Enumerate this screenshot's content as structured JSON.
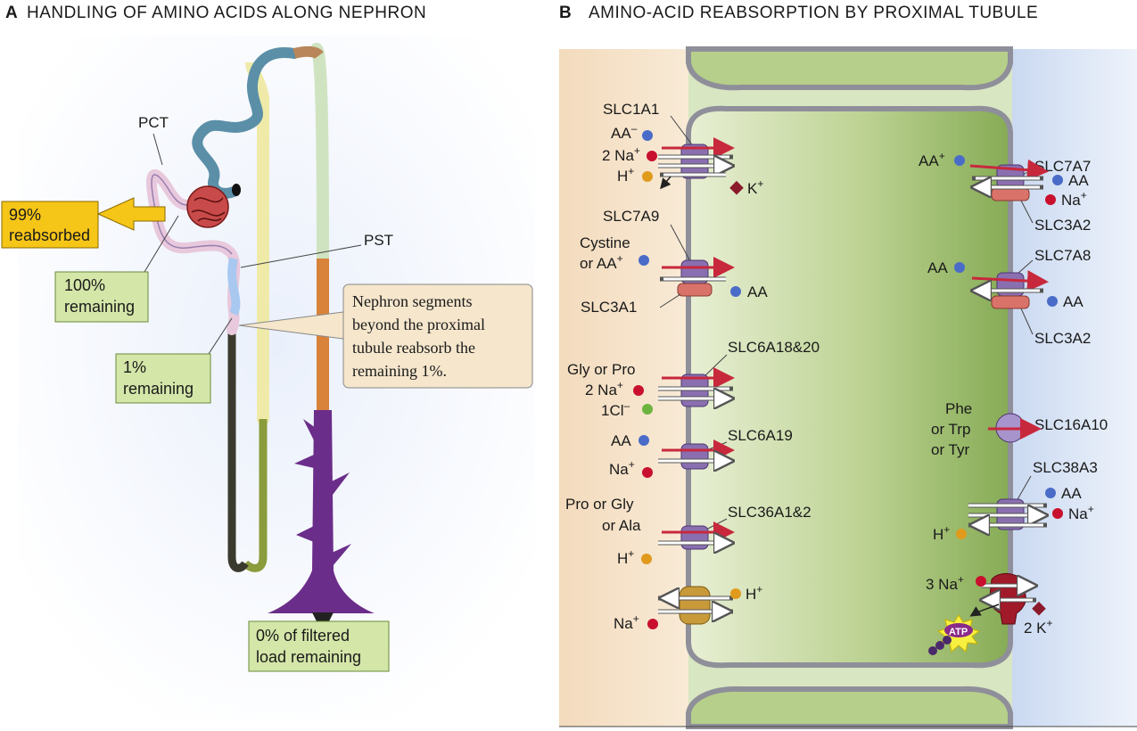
{
  "panel_a": {
    "letter": "A",
    "title": "HANDLING OF AMINO ACIDS ALONG NEPHRON",
    "pct_label": "PCT",
    "pst_label": "PST",
    "reabsorbed_box": [
      "99%",
      "reabsorbed"
    ],
    "remaining_100": [
      "100%",
      "remaining"
    ],
    "remaining_1": [
      "1%",
      "remaining"
    ],
    "remaining_0": [
      "0% of filtered",
      "load remaining"
    ],
    "callout": [
      "Nephron segments",
      "beyond the proximal",
      "tubule reabsorb the",
      "remaining 1%."
    ]
  },
  "panel_b": {
    "letter": "B",
    "title": "AMINO-ACID REABSORPTION BY PROXIMAL TUBULE",
    "apical": {
      "slc1a1": {
        "name": "SLC1A1",
        "s1": "AA",
        "s1_sup": "–",
        "s2": "2 Na",
        "s2_sup": "+",
        "s3": "H",
        "s3_sup": "+",
        "out": "K",
        "out_sup": "+"
      },
      "slc7a9": {
        "name": "SLC7A9",
        "l1": "Cystine",
        "l2": "or AA",
        "l2_sup": "+",
        "out": "AA",
        "partner": "SLC3A1"
      },
      "slc6a18": {
        "name": "SLC6A18&20",
        "l1": "Gly or Pro",
        "l2": "2 Na",
        "l2_sup": "+",
        "l3": "1Cl",
        "l3_sup": "–"
      },
      "slc6a19": {
        "name": "SLC6A19",
        "l1": "AA",
        "l2": "Na",
        "l2_sup": "+"
      },
      "slc36a1": {
        "name": "SLC36A1&2",
        "l1": "Pro or Gly",
        "l2": "or Ala",
        "l3": "H",
        "l3_sup": "+"
      },
      "nhe": {
        "in": "Na",
        "in_sup": "+",
        "out": "H",
        "out_sup": "+"
      }
    },
    "basolateral": {
      "slc7a7": {
        "name": "SLC7A7",
        "in": "AA",
        "in_sup": "+",
        "out1": "AA",
        "out2": "Na",
        "out2_sup": "+",
        "partner": "SLC3A2"
      },
      "slc7a8": {
        "name": "SLC7A8",
        "in": "AA",
        "out": "AA",
        "partner": "SLC3A2"
      },
      "slc16a10": {
        "name": "SLC16A10",
        "l1": "Phe",
        "l2": "or Trp",
        "l3": "or Tyr"
      },
      "slc38a3": {
        "name": "SLC38A3",
        "o1": "AA",
        "o2": "Na",
        "o2_sup": "+",
        "in": "H",
        "in_sup": "+"
      },
      "pump": {
        "na": "3 Na",
        "na_sup": "+",
        "k": "2 K",
        "k_sup": "+",
        "atp": "ATP"
      }
    }
  },
  "colors": {
    "lumen": "#f7e3c7",
    "cell": "#a9c779",
    "interstitium": "#c8d8f0",
    "membrane": "#8f8f9a",
    "transporter": "#8a6fb0",
    "arrow": "#c8283c",
    "box_green": "#d4e6a8",
    "box_yellow": "#f5c518",
    "callout_bg": "#f5e6cc",
    "na": "#c8102e",
    "aa": "#4a6cc8",
    "h": "#e09a1c",
    "cl": "#6db33f",
    "k": "#8b1a2a"
  }
}
